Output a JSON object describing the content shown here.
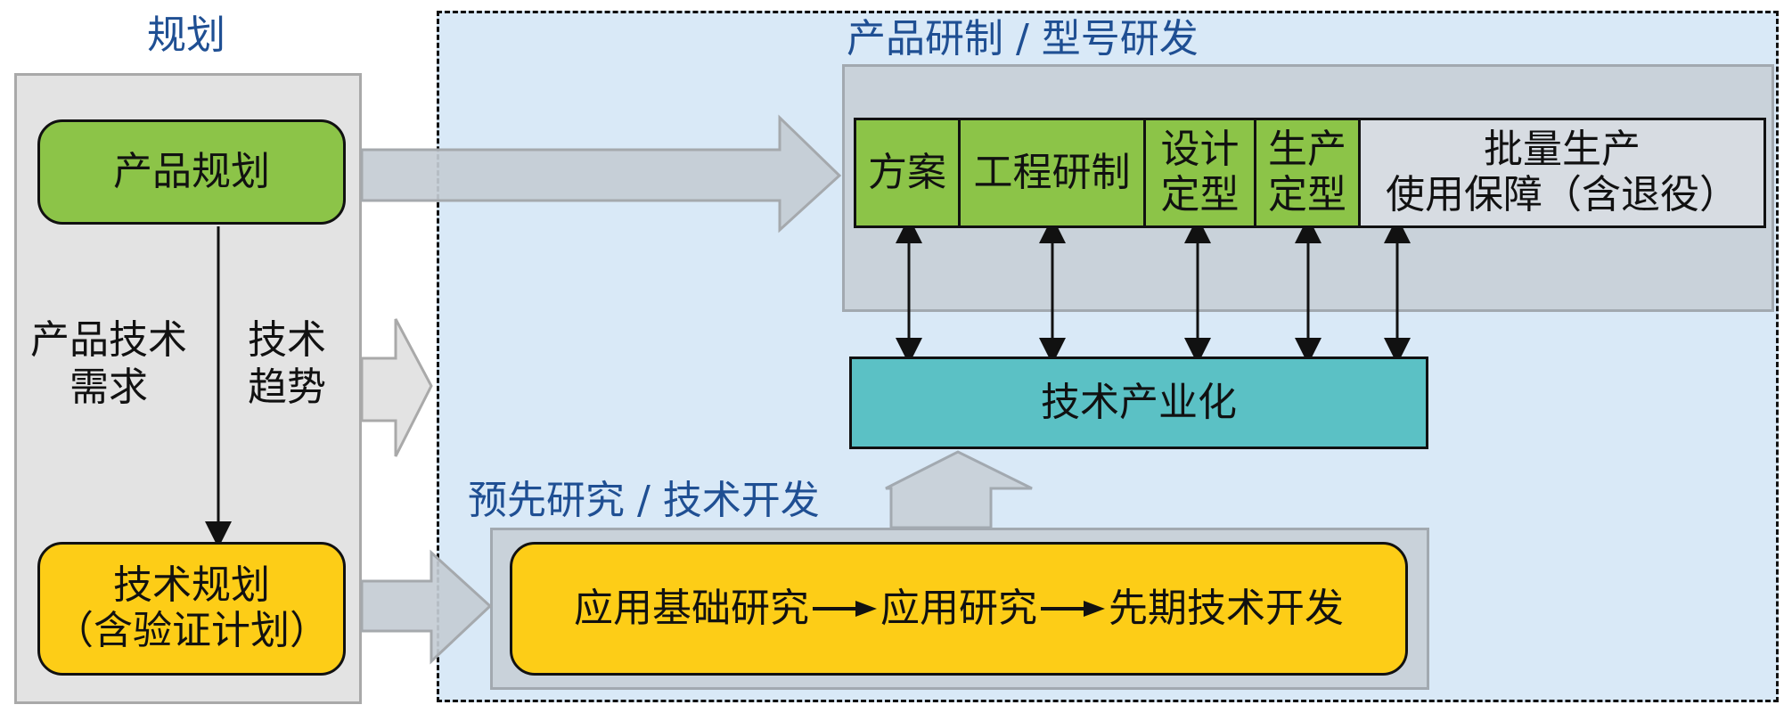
{
  "planning": {
    "title": "规划",
    "product_planning": "产品规划",
    "demand_label": [
      "产品技术",
      "需求"
    ],
    "trend_label": [
      "技术",
      "趋势"
    ],
    "tech_planning": [
      "技术规划",
      "（含验证计划）"
    ]
  },
  "development": {
    "title": "产品研制 / 型号研发",
    "stages": [
      {
        "lines": [
          "方案"
        ]
      },
      {
        "lines": [
          "工程研制"
        ]
      },
      {
        "lines": [
          "设计",
          "定型"
        ]
      },
      {
        "lines": [
          "生产",
          "定型"
        ]
      },
      {
        "lines": [
          "批量生产",
          "使用保障（含退役）"
        ]
      }
    ]
  },
  "industrialization": {
    "label": "技术产业化"
  },
  "research": {
    "title": "预先研究 / 技术开发",
    "steps": [
      "应用基础研究",
      "应用研究",
      "先期技术开发"
    ]
  },
  "colors": {
    "planning_bg": "#e3e3e3",
    "right_bg": "#d9e9f7",
    "panel_gray": "#c9d2da",
    "green": "#8cc448",
    "yellow": "#fdcd17",
    "teal": "#5bc1c5",
    "title_blue": "#1f4f93"
  }
}
